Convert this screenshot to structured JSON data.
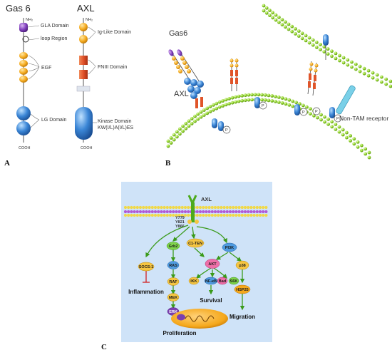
{
  "panel_a": {
    "letter": "A",
    "gas6": {
      "title": "Gas 6",
      "nh2": "NH₂",
      "cooh": "COOH",
      "gla": "GLA Domain",
      "loop": "loop Region",
      "egf": "EGF",
      "lg": "LG Domain"
    },
    "axl": {
      "title": "AXL",
      "nh2": "NH₂",
      "cooh": "COOH",
      "ig": "Ig-Like Domain",
      "fn": "FNIII Domain",
      "kinase": "Kinase Domain",
      "motif": "KW(I/L)A(I/L)ES"
    }
  },
  "panel_b": {
    "letter": "B",
    "gas6": "Gas6",
    "axl": "AXL",
    "p": "P",
    "non_tam": "Non-TAM receptor"
  },
  "panel_c": {
    "letter": "C",
    "axl": "AXL",
    "y779": "Y779",
    "y821": "Y821",
    "y866": "Y866",
    "p": "P",
    "socs1": "SOCS-1",
    "grb2": "Grb2",
    "c1ten": "C1-TEN",
    "pi3k": "PI3K",
    "ras": "RAS",
    "raf": "RAF",
    "mek": "MEK",
    "erk": "ERK",
    "akt": "AKT",
    "ikk": "IKK",
    "nfkb": "NF-κB",
    "bad": "Bad",
    "s6k": "S6K",
    "p38": "p38",
    "hsp25": "HSP25",
    "inflammation": "Inflammation",
    "survival": "Survival",
    "migration": "Migration",
    "proliferation": "Proliferation"
  },
  "colors": {
    "membrane": "#8fd12a",
    "purple_domain": "#7b3fb0",
    "egf_orange": "#f4a81c",
    "lg_blue": "#2f74c8",
    "fn_red": "#e0552a",
    "bg_panel_c": "#cfe3f8",
    "arrow_green": "#3a9a1a",
    "inhibit_red": "#d02020"
  }
}
